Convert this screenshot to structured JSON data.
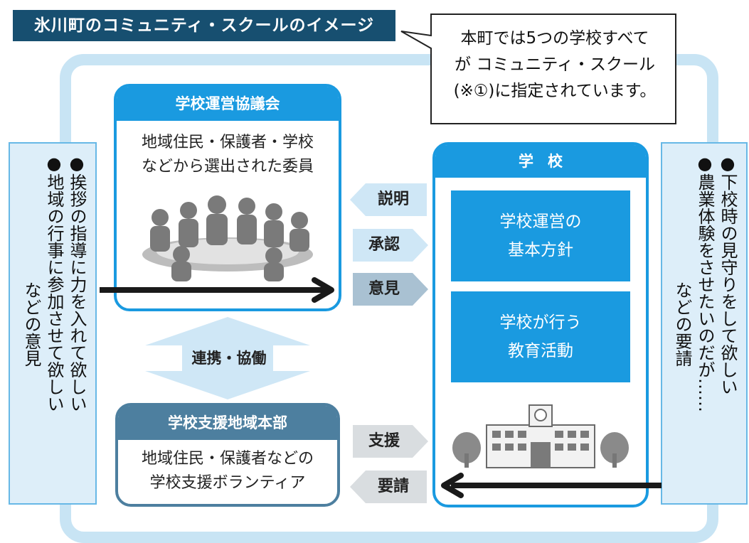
{
  "title": "氷川町のコミュニティ・スクールのイメージ",
  "callout": {
    "lines": [
      "本町では5つの学校すべて",
      "が コミュニティ・スクール",
      "(※①)に指定されています。"
    ]
  },
  "left_panel": {
    "lines": [
      "●挨拶の指導に力を入れて欲しい",
      "●地域の行事に参加させて欲しい"
    ],
    "tail": "などの意見"
  },
  "right_panel": {
    "lines": [
      "●下校時の見守りをして欲しい",
      "●農業体験をさせたいのだが……"
    ],
    "tail": "などの要請"
  },
  "council": {
    "title": "学校運営協議会",
    "body": [
      "地域住民・保護者・学校",
      "などから選出された委員"
    ]
  },
  "support_hq": {
    "title": "学校支援地域本部",
    "body": [
      "地域住民・保護者などの",
      "学校支援ボランティア"
    ]
  },
  "school": {
    "title": "学校",
    "card1": [
      "学校運営の",
      "基本方針"
    ],
    "card2": [
      "学校が行う",
      "教育活動"
    ]
  },
  "arrows": {
    "explain": "説明",
    "approve": "承認",
    "opinion": "意見",
    "support": "支援",
    "request": "要請",
    "partnership": "連携・協働"
  },
  "colors": {
    "title_bg": "#174f70",
    "primary_blue": "#1a9ae0",
    "slate_blue": "#4d7f9f",
    "frame_light": "#c8e4f4",
    "panel_bg": "#ddeef9",
    "arrow_blue_tag": "#cfe7f6",
    "arrow_gray_tag": "#d9dde0",
    "arrow_steel_tag": "#a9c1d2"
  }
}
